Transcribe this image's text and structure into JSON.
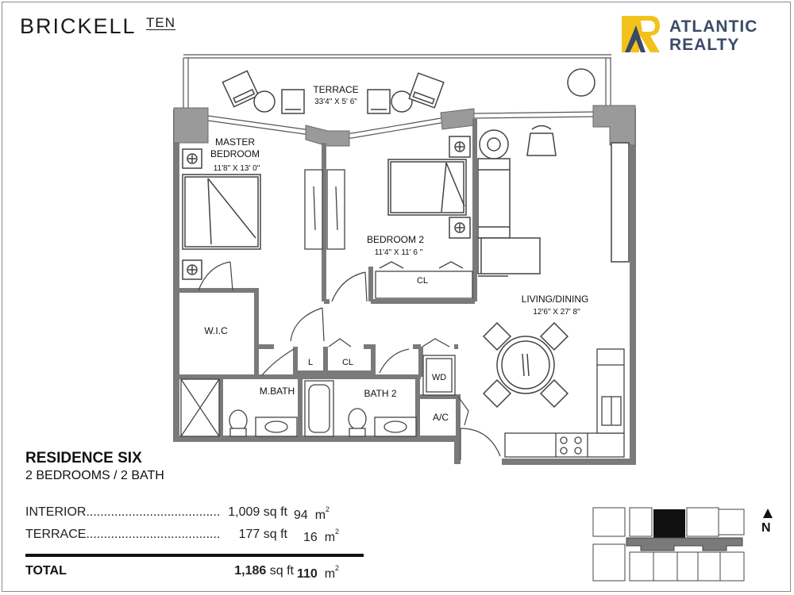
{
  "brand": {
    "name": "BRICKELL",
    "suffix": "TEN"
  },
  "logo": {
    "line1": "ATLANTIC",
    "line2": "REALTY",
    "colors": {
      "icon_blue": "#3b4a66",
      "icon_yellow": "#f2c21b"
    }
  },
  "rooms": {
    "terrace": {
      "name": "TERRACE",
      "dims": "33'4\" X 5' 6\""
    },
    "master": {
      "name_line1": "MASTER",
      "name_line2": "BEDROOM",
      "dims": "11'8\" X 13' 0\""
    },
    "bedroom2": {
      "name": "BEDROOM 2",
      "dims": "11'4\" X 11' 6 \""
    },
    "living": {
      "name": "LIVING/DINING",
      "dims": "12'6\" X 27' 8\""
    },
    "wic": "W.I.C",
    "cl_bed2": "CL",
    "l": "L",
    "cl_hall": "CL",
    "wd": "WD",
    "mbath": "M.BATH",
    "bath2": "BATH 2",
    "ac": "A/C"
  },
  "residence": {
    "title": "RESIDENCE SIX",
    "subtitle": "2 BEDROOMS / 2 BATH"
  },
  "areas": {
    "interior": {
      "label": "INTERIOR......................................",
      "sqft": "1,009",
      "sqm": "94"
    },
    "terrace": {
      "label": "TERRACE......................................",
      "sqft": "177",
      "sqm": "16"
    },
    "total": {
      "label": "TOTAL",
      "sqft": "1,186",
      "sqm": "110"
    },
    "sqft_unit": "sq ft",
    "sqm_unit": "m",
    "sqm_exp": "2"
  },
  "north": "N",
  "colors": {
    "wall": "#7a7a7a",
    "pillar": "#9a9a9a",
    "line": "#555555",
    "highlight": "#111111"
  }
}
